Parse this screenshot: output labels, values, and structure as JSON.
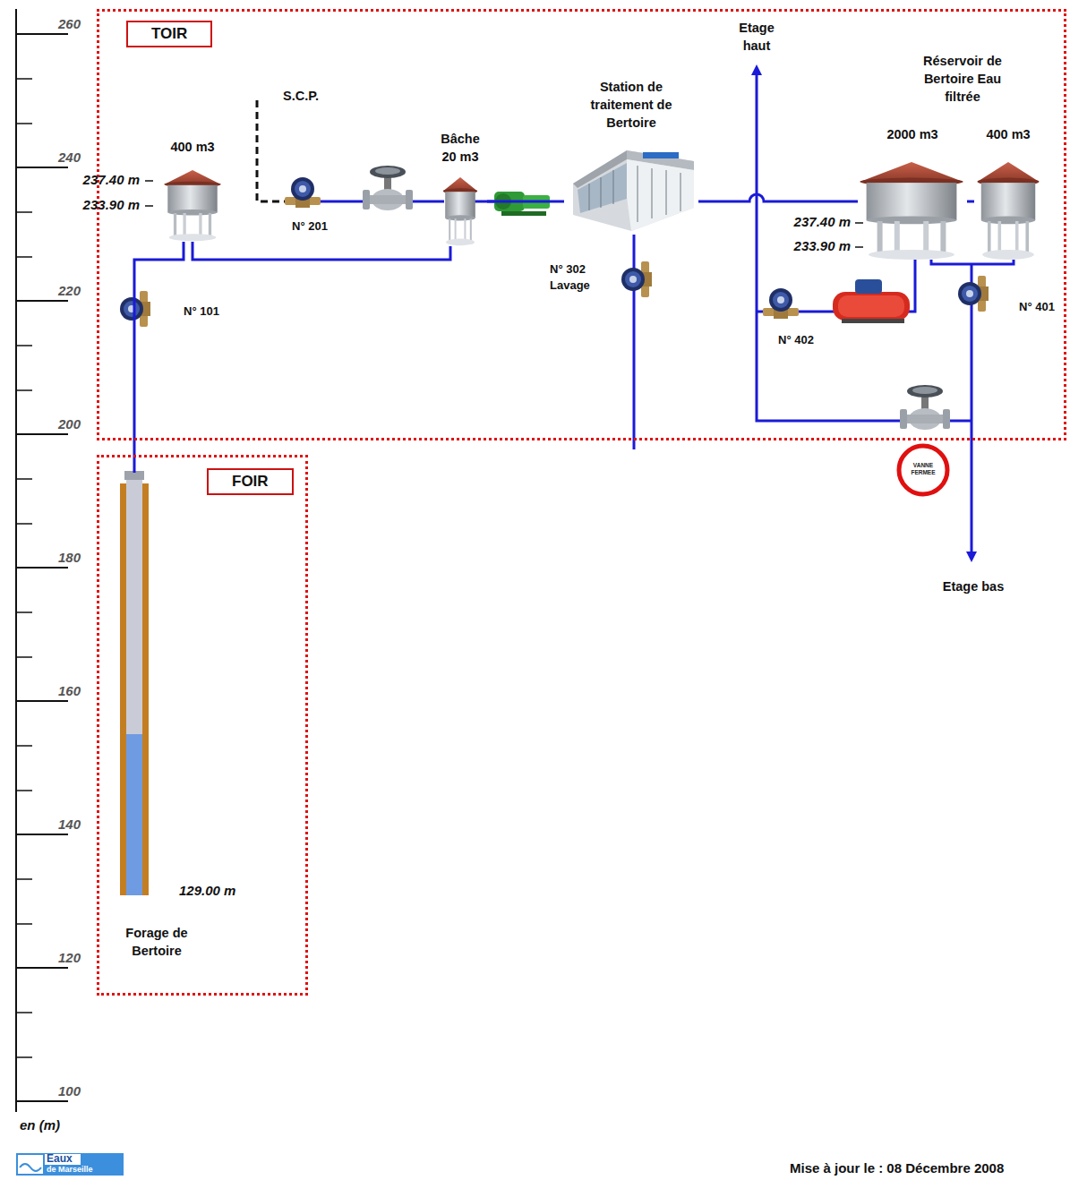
{
  "diagram": {
    "nodes": [
      {
        "text": [
          "TOIR"
        ]
      },
      {
        "text": [
          "FOIR"
        ]
      },
      {
        "text": [
          "400 m3"
        ],
        "in": 0
      },
      {
        "text": [
          "Bâche 20 m3"
        ],
        "in": 0
      },
      {
        "text": [
          "Station de traitement de Bertoire"
        ],
        "in": 0
      },
      {
        "text": [
          "2000 m3"
        ],
        "in": 0
      },
      {
        "text": [
          "400 m3"
        ],
        "in": 0
      },
      {
        "text": [
          "Forage de Bertoire"
        ],
        "in": 1
      }
    ],
    "edges": [
      {
        "from": 7,
        "to": 2,
        "arrow": "none"
      },
      {
        "from": 2,
        "to": 3,
        "arrow": "none"
      },
      {
        "from": 3,
        "to": 4,
        "arrow": "none"
      },
      {
        "from": 4,
        "to": 5,
        "arrow": "none"
      },
      {
        "from": 5,
        "to": 6,
        "arrow": "none"
      }
    ],
    "labels": [
      "S.C.P.",
      "237.40 m",
      "233.90 m",
      "N° 201",
      "N° 101",
      "Etage haut",
      "Réservoir de Bertoire Eau filtrée",
      "237.40 m",
      "233.90 m",
      "N° 302",
      "Lavage",
      "N° 402",
      "N° 401",
      "VANNE FERMEE",
      "Etage bas",
      "129.00 m",
      "260",
      "240",
      "220",
      "200",
      "180",
      "160",
      "140",
      "120",
      "100",
      "en (m)",
      "Eaux",
      "de Marseille",
      "Mise à jour le : 08 Décembre 2008"
    ]
  }
}
